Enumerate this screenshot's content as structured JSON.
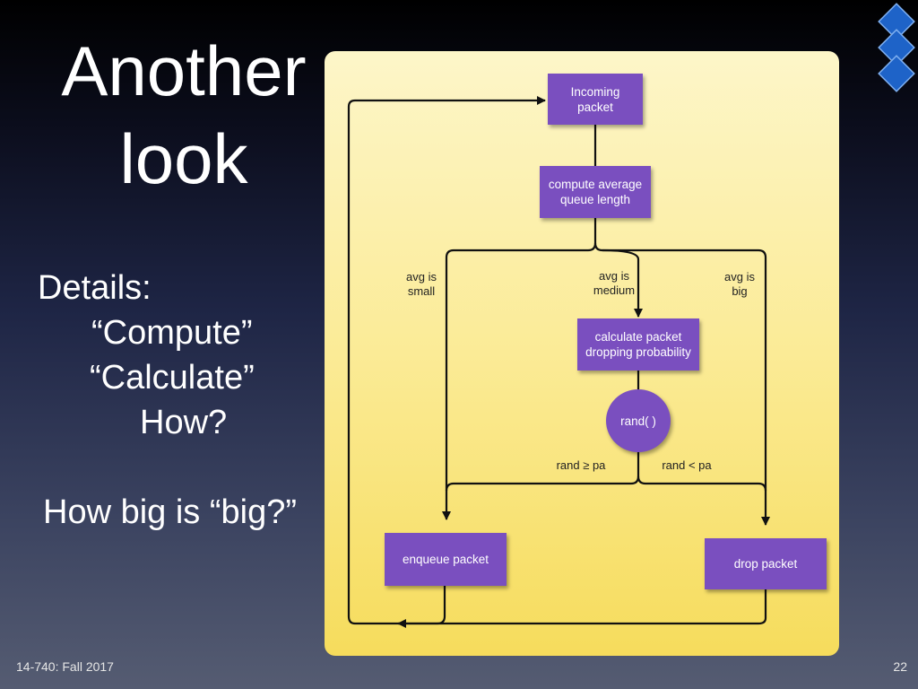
{
  "slide": {
    "title_line1": "Another",
    "title_line2": "look",
    "details": {
      "heading": "Details:",
      "item1": "“Compute”",
      "item2": "“Calculate”",
      "item3": "How?"
    },
    "question": "How big is “big?”",
    "footer": "14-740: Fall 2017",
    "page_number": "22"
  },
  "flowchart": {
    "incoming": [
      "Incoming",
      "packet"
    ],
    "compute": [
      "compute average",
      "queue length"
    ],
    "avg_small": [
      "avg is",
      "small"
    ],
    "avg_medium": [
      "avg is",
      "medium"
    ],
    "avg_big": [
      "avg is",
      "big"
    ],
    "calculate": [
      "calculate packet",
      "dropping probability"
    ],
    "rand": "rand( )",
    "rand_ge": "rand ≥ pa",
    "rand_lt": "rand < pa",
    "enqueue": "enqueue packet",
    "drop": "drop packet"
  },
  "colors": {
    "node_fill": "#7a4fbf",
    "figure_background": "#fbeb96",
    "slide_background": "#1e2545",
    "accent_diamonds": "#1e63c8"
  }
}
